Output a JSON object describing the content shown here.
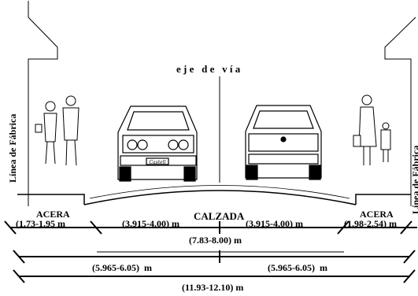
{
  "labels": {
    "axis": "e j e   d e   v í a",
    "facade_left": "Línea de Fábrica",
    "facade_right": "Línea de Fábrica",
    "sidewalk_left": "ACERA",
    "sidewalk_right": "ACERA",
    "roadway": "CALZADA",
    "plate": "Castell"
  },
  "dimensions": {
    "sidewalk_left": "(1.73-1.95 m",
    "lane_left": "(3.915-4.00) m",
    "lane_right": "(3.915-4.00) m",
    "sidewalk_right": "(1.98-2.54) m",
    "roadway_total": "(7.83-8.00) m",
    "half_left": "(5.965-6.05)  m",
    "half_right": "(5.965-6.05)  m",
    "total": "(11.93-12.10) m"
  }
}
